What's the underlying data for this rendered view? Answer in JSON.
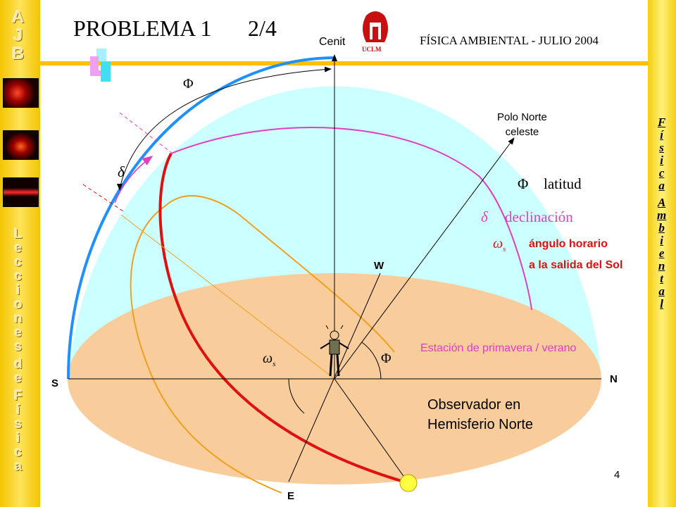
{
  "slide": {
    "title": "PROBLEMA 1",
    "page_fraction": "2/4",
    "course_header": "FÍSICA AMBIENTAL - JULIO 2004",
    "logo_text": "UCLM",
    "slide_number": "4"
  },
  "left_sidebar": {
    "brand": [
      "A",
      "J",
      "B"
    ],
    "vertical_text": [
      "L",
      "e",
      "c",
      "c",
      "i",
      "o",
      "n",
      "e",
      "s",
      "",
      "d",
      "e",
      "",
      "F",
      "í",
      "s",
      "i",
      "c",
      "a"
    ]
  },
  "right_sidebar": {
    "vertical_text": [
      "F",
      "í",
      "s",
      "i",
      "c",
      "a",
      "",
      "A",
      "m",
      "b",
      "i",
      "e",
      "n",
      "t",
      "a",
      "l"
    ]
  },
  "diagram": {
    "labels": {
      "zenith": "Cenit",
      "celestial_north_pole": "Polo Norte\nceleste",
      "south": "S",
      "north": "N",
      "west": "W",
      "east": "E",
      "phi_arc": "Φ",
      "delta_arc": "δ",
      "phi_angle": "Φ",
      "omega_s": "ω",
      "omega_sub": "s"
    },
    "legend": {
      "phi_symbol": "Φ",
      "phi_text": "latitud",
      "delta_symbol": "δ",
      "delta_text": "declinación",
      "omega_symbol": "ω",
      "omega_sub": "s",
      "omega_text_1": "ángulo horario",
      "omega_text_2": "a la salida del Sol"
    },
    "season_label": "Estación de primavera / verano",
    "observer_label_1": "Observador en",
    "observer_label_2": "Hemisferio Norte"
  },
  "colors": {
    "sidebar": "#f3c400",
    "sky": "#ccffff",
    "ground": "#f9cc9b",
    "meridian": "#1e90ff",
    "equinox_path": "#f0a020",
    "sun_path": "#e01010",
    "declination": "#e040c0",
    "sun": "#ffff40"
  }
}
